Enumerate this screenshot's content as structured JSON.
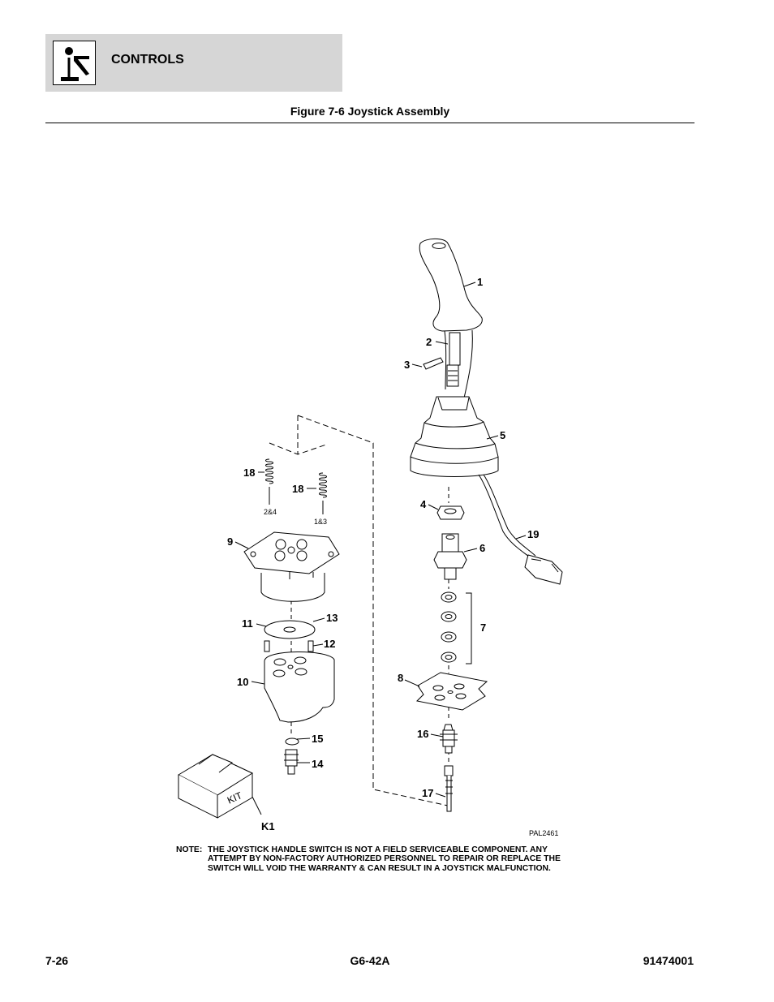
{
  "header": {
    "section_title": "CONTROLS"
  },
  "figure": {
    "title": "Figure 7-6 Joystick Assembly",
    "drawing_id": "PAL2461",
    "callouts": {
      "c1": "1",
      "c2": "2",
      "c3": "3",
      "c4": "4",
      "c5": "5",
      "c6": "6",
      "c7": "7",
      "c8": "8",
      "c9": "9",
      "c10": "10",
      "c11": "11",
      "c12": "12",
      "c13": "13",
      "c14": "14",
      "c15": "15",
      "c16": "16",
      "c17": "17",
      "c18a": "18",
      "c18b": "18",
      "c19": "19",
      "k1": "K1"
    },
    "sub_labels": {
      "spring_a": "2&4",
      "spring_b": "1&3",
      "kit_box": "KIT"
    }
  },
  "note": {
    "label": "NOTE:",
    "text": "THE JOYSTICK HANDLE SWITCH IS NOT A FIELD SERVICEABLE COMPONENT. ANY ATTEMPT BY NON-FACTORY AUTHORIZED PERSONNEL TO REPAIR OR REPLACE THE SWITCH WILL VOID THE WARRANTY & CAN RESULT IN A JOYSTICK MALFUNCTION."
  },
  "footer": {
    "page_number": "7-26",
    "model": "G6-42A",
    "part_number": "91474001"
  }
}
